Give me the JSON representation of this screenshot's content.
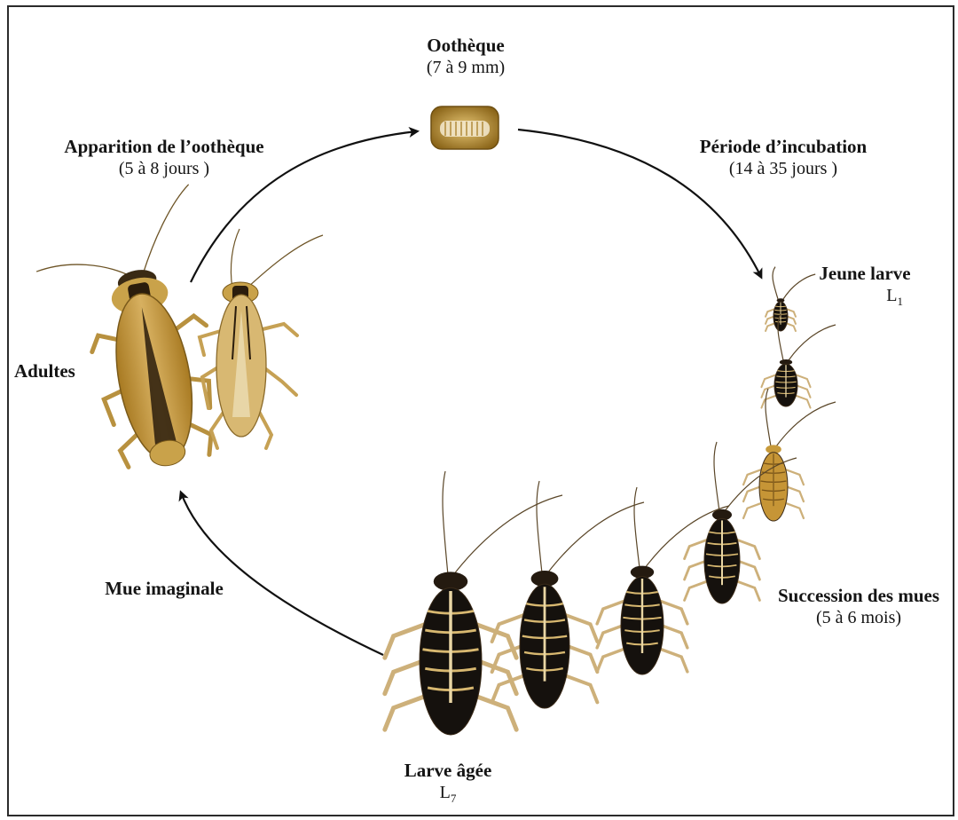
{
  "ootheca": {
    "title": "Oothèque",
    "size": "(7 à 9 mm)"
  },
  "apparition": {
    "title": "Apparition de l’oothèque",
    "duration": "(5 à 8 jours )"
  },
  "incubation": {
    "title": "Période d’incubation",
    "duration": "(14 à 35 jours )"
  },
  "young_larva": {
    "title": "Jeune larve",
    "stage": "L",
    "stage_sub": "1"
  },
  "adults": {
    "title": "Adultes"
  },
  "mue_imaginale": {
    "title": "Mue imaginale"
  },
  "molts": {
    "title": "Succession des mues",
    "duration": "(5 à 6 mois)"
  },
  "old_larva": {
    "title": "Larve âgée",
    "stage": "L",
    "stage_sub": "7"
  },
  "colors": {
    "adult_body": "#c49a3c",
    "adult_stripe": "#2a1c0c",
    "nymph_body": "#15110d",
    "nymph_band": "#d8b870",
    "ootheca": "#b88a2e",
    "arrow": "#111111"
  }
}
